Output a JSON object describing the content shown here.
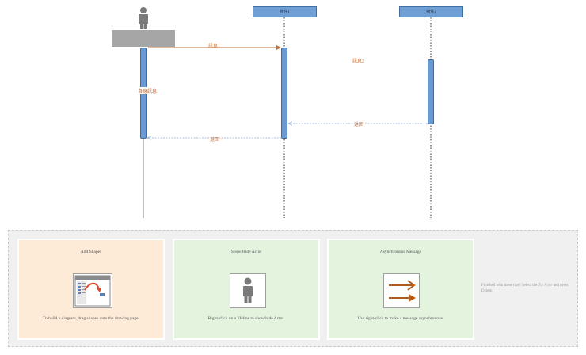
{
  "diagram": {
    "objects": [
      {
        "label": "物件1"
      },
      {
        "label": "物件2"
      }
    ],
    "messages": {
      "msg1": "訊息1",
      "msg2": "訊息2",
      "self_msg": "自身訊息",
      "return1": "返回",
      "return2": "返回"
    },
    "colors": {
      "lifeline_box": "#6f9fd4",
      "activation": "#6b9ad2",
      "message_arrow": "#c0703a",
      "return_arrow": "#8aa8d8",
      "actor": "#7a7a7a"
    }
  },
  "tips": {
    "cards": [
      {
        "title": "Add Shapes",
        "description": "To build a diagram, drag shapes onto the drawing page.",
        "icon": "drag-shapes-icon",
        "color": "#fdebd7"
      },
      {
        "title": "Show/Hide Actor",
        "description": "Right-click on a lifeline to show/hide Actor.",
        "icon": "actor-icon",
        "color": "#e3f3de"
      },
      {
        "title": "Asynchronous Message",
        "description": "Use right-click to make a message asynchronous.",
        "icon": "async-arrows-icon",
        "color": "#e3f3de"
      }
    ],
    "finish_note_prefix": "Finished with these tips? Select the",
    "finish_note_highlight": "Tip Pane",
    "finish_note_suffix": "and press Delete."
  }
}
